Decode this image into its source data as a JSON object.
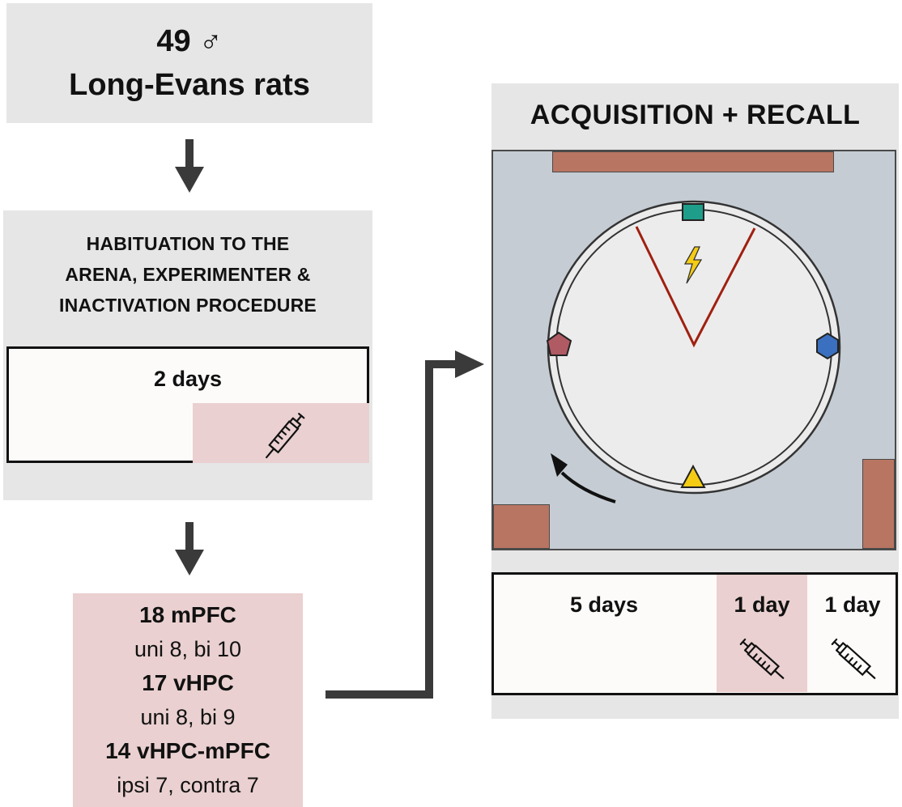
{
  "subjects": {
    "count_line": "49 ♂",
    "strain_line": "Long-Evans rats"
  },
  "habituation": {
    "lines": [
      "HABITUATION TO THE",
      "ARENA, EXPERIMENTER &",
      "INACTIVATION PROCEDURE"
    ],
    "duration": "2 days"
  },
  "groups": [
    {
      "name": "18 mPFC",
      "detail": "uni 8, bi 10"
    },
    {
      "name": "17 vHPC",
      "detail": "uni 8, bi 9"
    },
    {
      "name": "14 vHPC-mPFC",
      "detail": "ipsi 7, contra 7"
    }
  ],
  "acquisition": {
    "title": "ACQUISITION + RECALL",
    "schedule": [
      "5 days",
      "1 day",
      "1 day"
    ]
  },
  "icons": {
    "syringe": "syringe-icon",
    "shock": "lightning-bolt-icon",
    "rotation": "curved-arrow-icon"
  },
  "colors": {
    "panel_gray": "#e6e6e6",
    "injection_pink": "#ead0d0",
    "arena_gray": "#c5ccd3",
    "wall_cue_brown": "#b87562",
    "shock_sector_red": "#a02010",
    "cue_teal": "#1e9e8a",
    "cue_blue": "#3b6fbf",
    "cue_maroon": "#b05a64",
    "cue_yellow": "#f4cc14"
  }
}
